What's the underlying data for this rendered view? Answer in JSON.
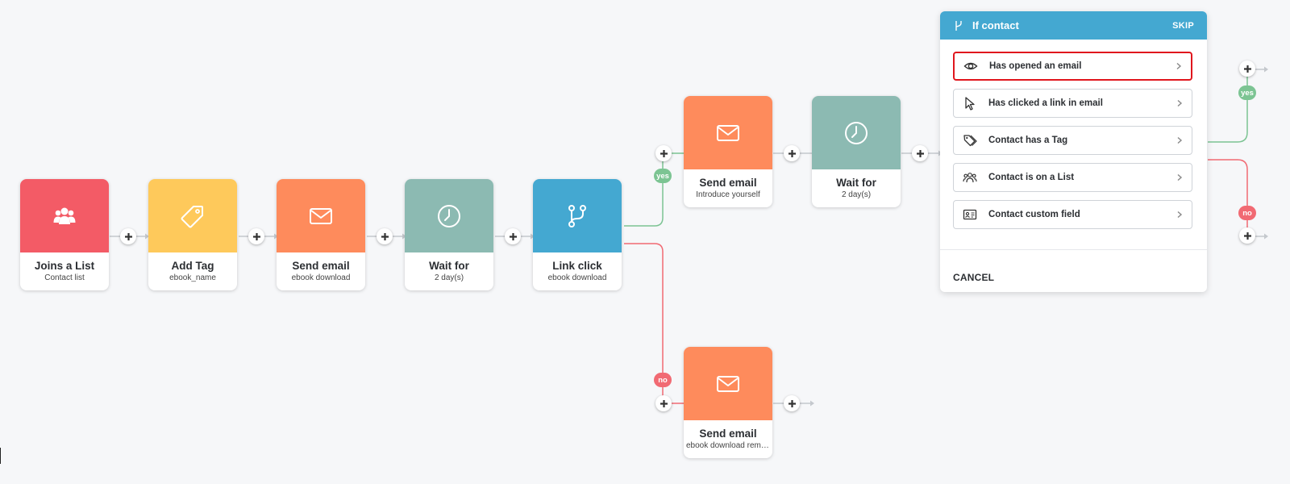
{
  "nodes": [
    {
      "title": "Joins a List",
      "subtitle": "Contact list",
      "color": "#f35b66",
      "icon": "users-icon"
    },
    {
      "title": "Add Tag",
      "subtitle": "ebook_name",
      "color": "#fec95b",
      "icon": "tag-icon"
    },
    {
      "title": "Send email",
      "subtitle": "ebook download",
      "color": "#fe8b5c",
      "icon": "envelope-icon"
    },
    {
      "title": "Wait for",
      "subtitle": "2 day(s)",
      "color": "#8cbab2",
      "icon": "clock-icon"
    },
    {
      "title": "Link click",
      "subtitle": "ebook download",
      "color": "#44a8d1",
      "icon": "branch-icon"
    },
    {
      "title": "Send email",
      "subtitle": "Introduce yourself",
      "color": "#fe8b5c",
      "icon": "envelope-icon"
    },
    {
      "title": "Wait for",
      "subtitle": "2 day(s)",
      "color": "#8cbab2",
      "icon": "clock-icon"
    },
    {
      "title": "Send email",
      "subtitle": "ebook download remin...",
      "color": "#fe8b5c",
      "icon": "envelope-icon"
    }
  ],
  "branches": {
    "yes": "yes",
    "no": "no"
  },
  "panel": {
    "title": "If contact",
    "skip": "SKIP",
    "options": [
      {
        "label": "Has opened an email",
        "icon": "eye-icon",
        "selected": true
      },
      {
        "label": "Has clicked a link in email",
        "icon": "cursor-icon",
        "selected": false
      },
      {
        "label": "Contact has a Tag",
        "icon": "tags-icon",
        "selected": false
      },
      {
        "label": "Contact is on a List",
        "icon": "group-icon",
        "selected": false
      },
      {
        "label": "Contact custom field",
        "icon": "id-card-icon",
        "selected": false
      }
    ],
    "cancel": "CANCEL"
  },
  "colors": {
    "yes_line": "#7cc493",
    "no_line": "#f16a73",
    "panel_header": "#44a8d1",
    "selected_border": "#e0161d"
  }
}
